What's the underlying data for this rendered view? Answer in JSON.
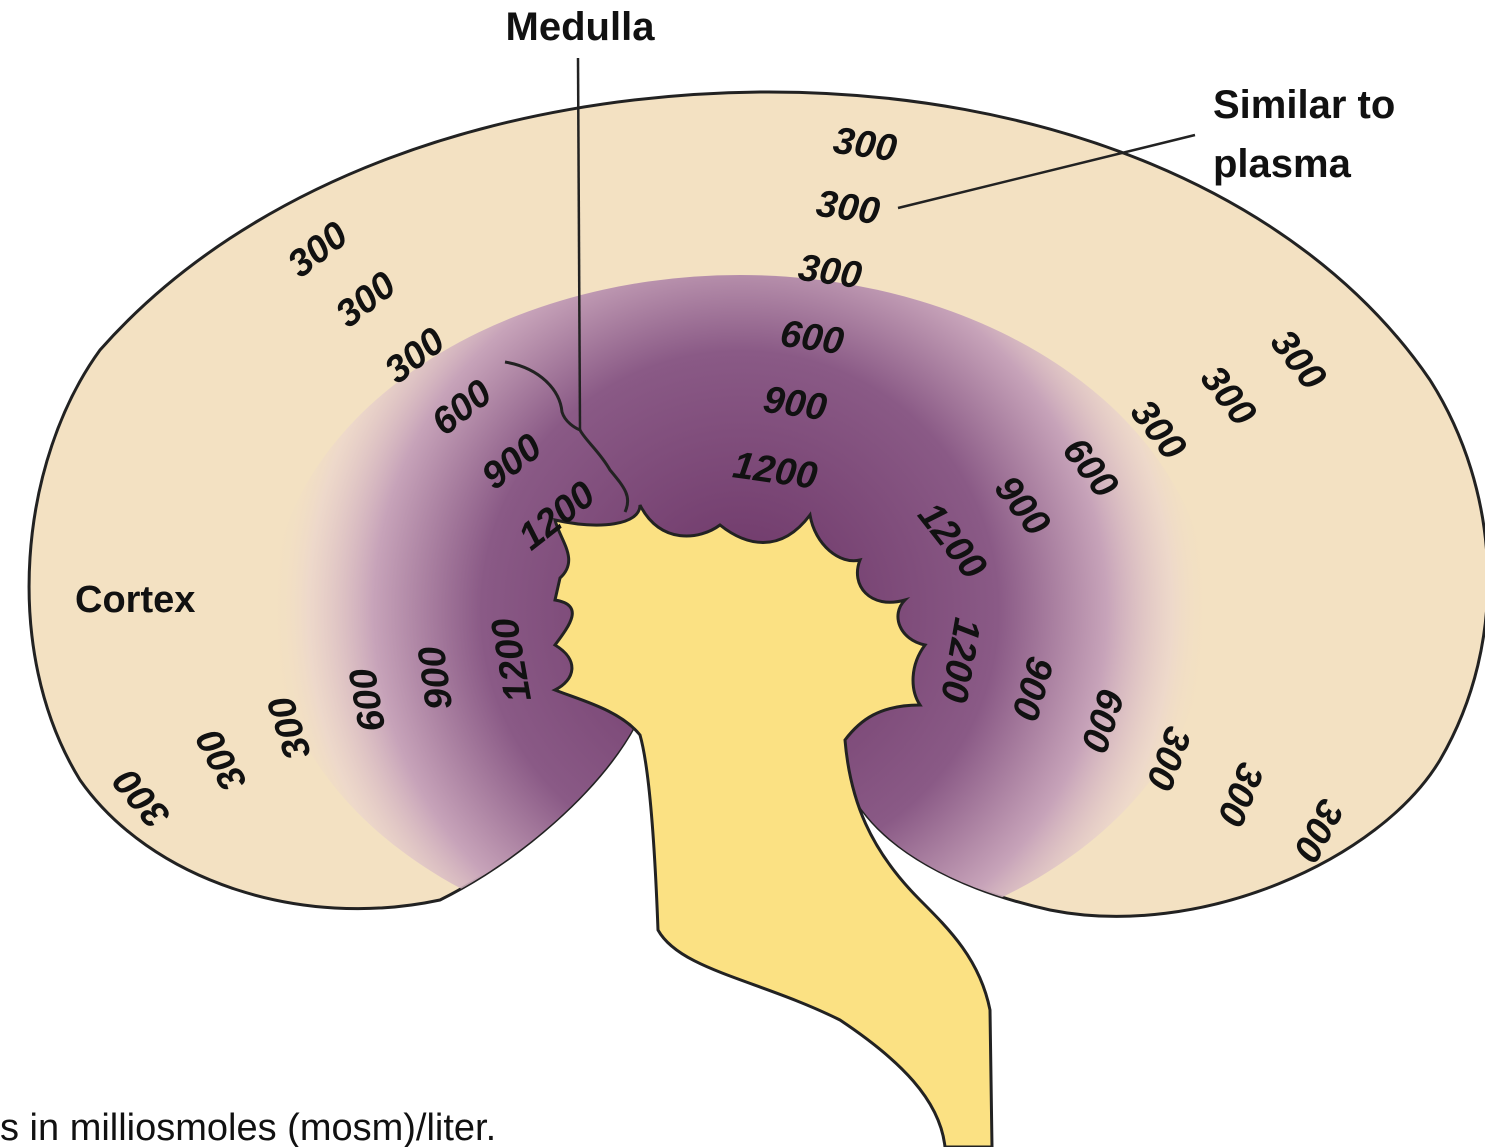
{
  "labels": {
    "medulla": "Medulla",
    "similar_line1": "Similar to",
    "similar_line2": "plasma",
    "cortex": "Cortex"
  },
  "footer": "s in milliosmoles (mosm)/liter.",
  "colors": {
    "cortex": "#f3e1c2",
    "medulla": "#8c5a84",
    "pelvis": "#fbe183",
    "outline": "#222222"
  },
  "gradients": {
    "top": [
      "300",
      "300",
      "300",
      "600",
      "900",
      "1200"
    ],
    "upper_left": [
      "300",
      "300",
      "300",
      "600",
      "900",
      "1200"
    ],
    "upper_right": [
      "300",
      "300",
      "300",
      "600",
      "900",
      "1200"
    ],
    "lower_left": [
      "300",
      "300",
      "300",
      "600",
      "900",
      "1200"
    ],
    "lower_right": [
      "300",
      "300",
      "300",
      "600",
      "900",
      "1200"
    ]
  }
}
